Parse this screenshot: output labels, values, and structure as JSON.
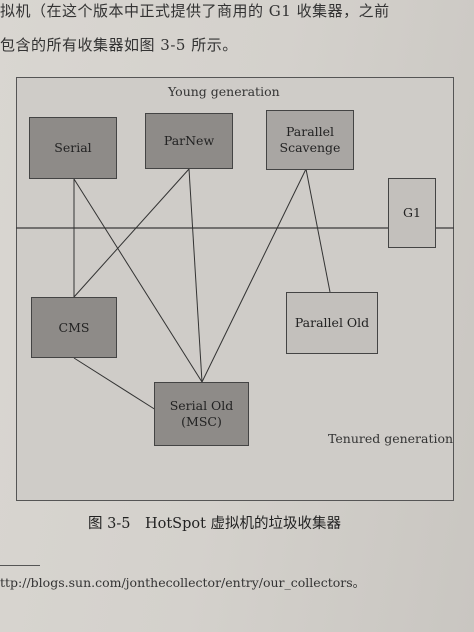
{
  "text": {
    "line1": "拟机（在这个版本中正式提供了商用的 G1 收集器，之前",
    "line2": "包含的所有收集器如图 3-5 所示。"
  },
  "diagram": {
    "young_label": "Young generation",
    "tenured_label": "Tenured generation",
    "nodes": {
      "serial": "Serial",
      "parnew": "ParNew",
      "parallel_scavenge": "Parallel Scavenge",
      "g1": "G1",
      "cms": "CMS",
      "parallel_old": "Parallel Old",
      "serial_old": "Serial Old (MSC)"
    },
    "connections": [
      [
        "Serial",
        "CMS"
      ],
      [
        "Serial",
        "Serial Old (MSC)"
      ],
      [
        "ParNew",
        "CMS"
      ],
      [
        "ParNew",
        "Serial Old (MSC)"
      ],
      [
        "Parallel Scavenge",
        "Serial Old (MSC)"
      ],
      [
        "Parallel Scavenge",
        "Parallel Old"
      ],
      [
        "CMS",
        "Serial Old (MSC)"
      ]
    ]
  },
  "caption": "图 3-5　HotSpot 虚拟机的垃圾收集器",
  "footnote": "ttp://blogs.sun.com/jonthecollector/entry/our_collectors。"
}
